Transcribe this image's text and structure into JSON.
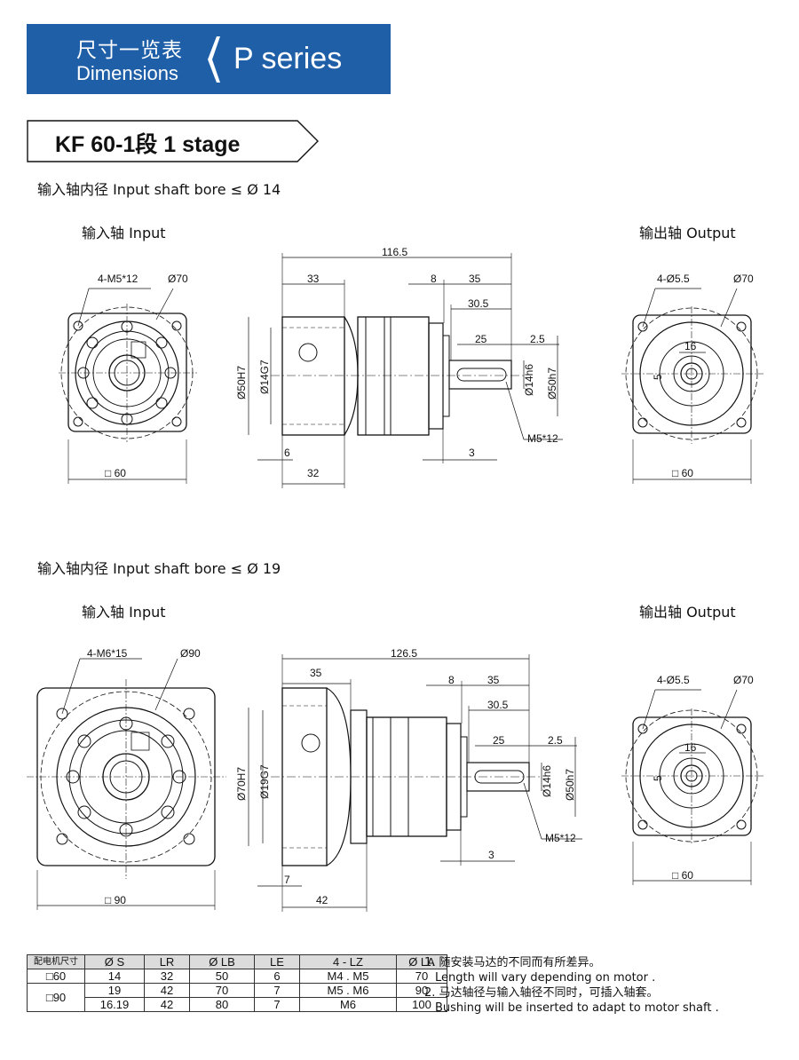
{
  "header": {
    "title_cn": "尺寸一览表",
    "title_en": "Dimensions",
    "series": "P series"
  },
  "stage": {
    "label": "KF 60-1段   1 stage"
  },
  "section1": {
    "bore_label": "输入轴内径 Input shaft bore ≤ Ø 14",
    "input_label": "输入轴  Input",
    "output_label": "输出轴  Output",
    "input_dims": {
      "holes": "4-M5*12",
      "pcd": "Ø70",
      "square": "□ 60"
    },
    "side_dims": {
      "total": "116.5",
      "d33": "33",
      "d8": "8",
      "d35": "35",
      "d305": "30.5",
      "d25": "25",
      "d25b": "2.5",
      "bore": "Ø50H7",
      "shaft": "Ø14G7",
      "d6": "6",
      "d32": "32",
      "d3": "3",
      "out_shaft": "Ø14h6",
      "out_pilot": "Ø50h7",
      "thread": "M5*12"
    },
    "output_dims": {
      "holes": "4-Ø5.5",
      "pcd": "Ø70",
      "d16": "16",
      "d5": "5",
      "square": "□ 60"
    }
  },
  "section2": {
    "bore_label": "输入轴内径 Input shaft bore ≤ Ø 19",
    "input_label": "输入轴  Input",
    "output_label": "输出轴  Output",
    "input_dims": {
      "holes": "4-M6*15",
      "pcd": "Ø90",
      "square": "□ 90"
    },
    "side_dims": {
      "total": "126.5",
      "d35a": "35",
      "d8": "8",
      "d35": "35",
      "d305": "30.5",
      "d25": "25",
      "d25b": "2.5",
      "bore": "Ø70H7",
      "shaft": "Ø19G7",
      "d7": "7",
      "d42": "42",
      "d3": "3",
      "out_shaft": "Ø14h6",
      "out_pilot": "Ø50h7",
      "thread": "M5*12"
    },
    "output_dims": {
      "holes": "4-Ø5.5",
      "pcd": "Ø70",
      "d16": "16",
      "d5": "5",
      "square": "□ 60"
    }
  },
  "table": {
    "headers": [
      "配电机尺寸",
      "Ø S",
      "LR",
      "Ø LB",
      "LE",
      "4 - LZ",
      "Ø LA"
    ],
    "rows": [
      {
        "size": "□60",
        "s": "14",
        "lr": "32",
        "lb": "50",
        "le": "6",
        "lz": "M4 . M5",
        "la": "70"
      },
      {
        "size": "□90",
        "s": "19",
        "lr": "42",
        "lb": "70",
        "le": "7",
        "lz": "M5 . M6",
        "la": "90"
      },
      {
        "size": "",
        "s": "16.19",
        "lr": "42",
        "lb": "80",
        "le": "7",
        "lz": "M6",
        "la": "100"
      }
    ]
  },
  "notes": {
    "n1_cn": "1. 随安装马达的不同而有所差异。",
    "n1_en": "Length will vary depending on motor .",
    "n2_cn": "2. 马达轴径与输入轴径不同时，可插入轴套。",
    "n2_en": "Bushing will be inserted to adapt to motor shaft ."
  }
}
